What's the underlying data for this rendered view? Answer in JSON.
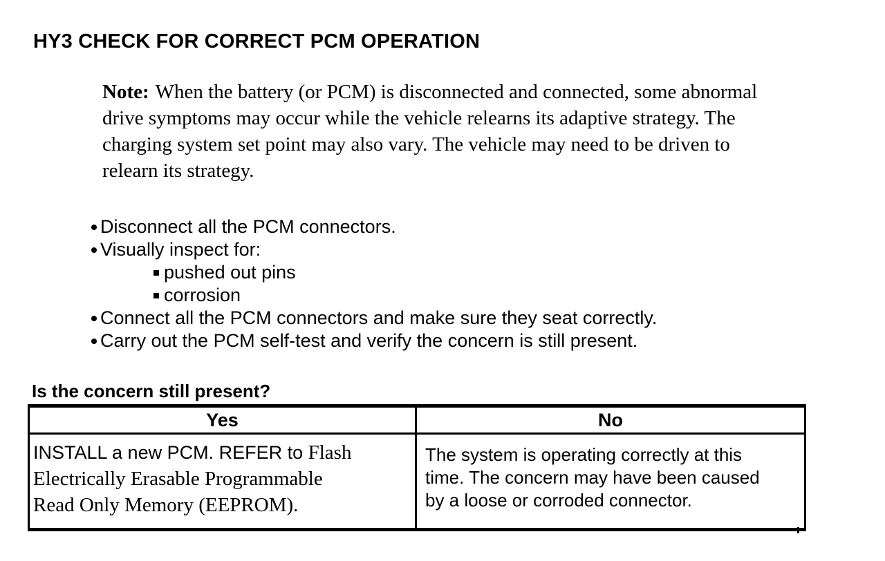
{
  "page": {
    "title": "HY3 CHECK FOR CORRECT PCM OPERATION"
  },
  "note": {
    "label": "Note:",
    "text": "When the battery (or PCM) is disconnected and connected, some abnormal\ndrive symptoms may occur while the vehicle relearns its adaptive strategy. The\ncharging system set point may also vary. The vehicle may need to be driven to\nrelearn its strategy."
  },
  "steps": {
    "items": [
      {
        "label": "Disconnect all the PCM connectors."
      },
      {
        "label": "Visually inspect for:"
      },
      {
        "label": "pushed out pins"
      },
      {
        "label": "corrosion"
      },
      {
        "label": "Connect all the PCM connectors and make sure they seat correctly."
      },
      {
        "label": "Carry out the PCM self-test and verify the concern is still present."
      }
    ]
  },
  "question": {
    "text": "Is the concern still present?"
  },
  "decision_table": {
    "headers": [
      "Yes",
      "No"
    ],
    "yes_action_plain": "INSTALL a new PCM. REFER to ",
    "yes_action_reference": "Flash\nElectrically Erasable Programmable\nRead Only Memory (EEPROM).",
    "no_action": "The system is operating correctly at this\ntime. The concern may have been caused\nby a loose or corroded connector."
  },
  "colors": {
    "ink": "#000000",
    "paper": "#ffffff"
  }
}
